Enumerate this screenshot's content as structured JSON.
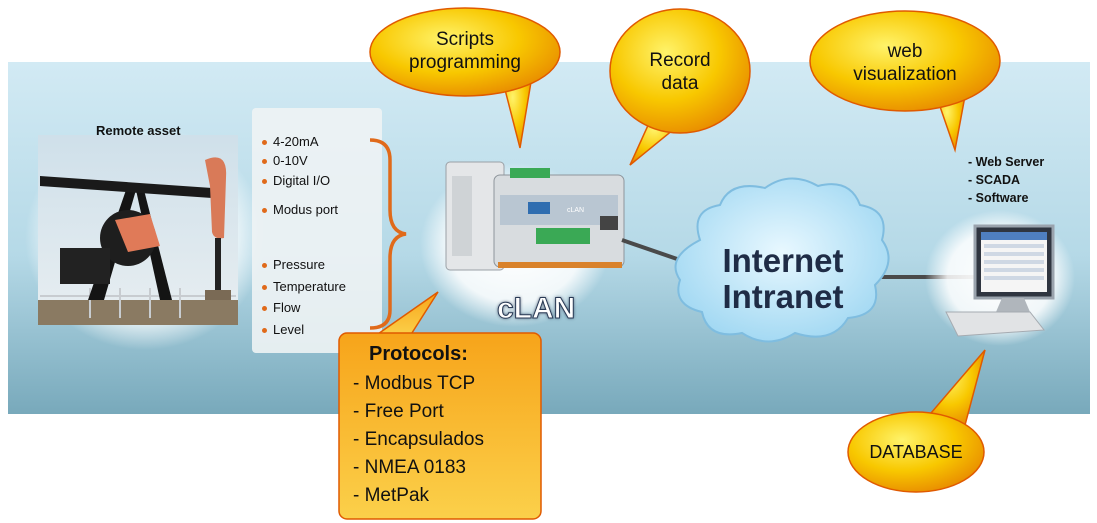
{
  "remote_asset": {
    "label": "Remote asset"
  },
  "io_signals": [
    {
      "label": "4-20mA"
    },
    {
      "label": "0-10V"
    },
    {
      "label": "Digital I/O"
    },
    {
      "label": "Modus port"
    }
  ],
  "measurements": [
    {
      "label": "Pressure"
    },
    {
      "label": "Temperature"
    },
    {
      "label": "Flow"
    },
    {
      "label": "Level"
    }
  ],
  "callouts": {
    "scripts": {
      "line1": "Scripts",
      "line2": "programming"
    },
    "record": {
      "line1": "Record",
      "line2": "data"
    },
    "web": {
      "line1": "web",
      "line2": "visualization"
    },
    "database": {
      "label": "DATABASE"
    }
  },
  "device": {
    "label": "cLAN",
    "front_brand": "cLAN"
  },
  "network": {
    "line1": "Internet",
    "line2": "Intranet"
  },
  "server_features": [
    "- Web Server",
    "- SCADA",
    "- Software"
  ],
  "protocols": {
    "title": "Protocols:",
    "items": [
      "- Modbus TCP",
      "- Free Port",
      "- Encapsulados",
      "- NMEA 0183",
      "- MetPak"
    ]
  },
  "colors": {
    "bubble_fill": "#f6c400",
    "bubble_edge": "#e05a00",
    "protocol_fill": "#f59a10",
    "band_top": "#cfe8f3",
    "band_bottom": "#7aaec0",
    "cloud_fill": "#bfe7fb",
    "bullet": "#e06a1a"
  }
}
